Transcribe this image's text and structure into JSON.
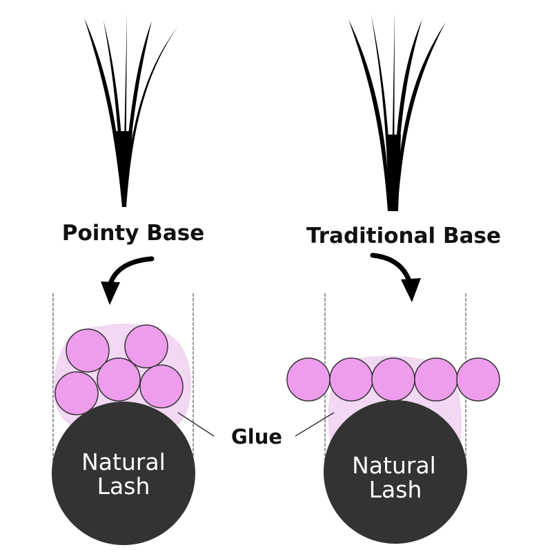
{
  "left": {
    "title": "Pointy Base",
    "natural_line1": "Natural",
    "natural_line2": "Lash"
  },
  "right": {
    "title": "Traditional Base",
    "natural_line1": "Natural",
    "natural_line2": "Lash"
  },
  "glue_label": "Glue",
  "colors": {
    "fiber": "#ee9ded",
    "glue": "#f2d8f2",
    "natural_lash": "#333333",
    "lash_black": "#000000",
    "guide_line": "#9a9a9a",
    "text": "#111111"
  },
  "icons": {
    "left_arrow": "curved-arrow-down-left-icon",
    "right_arrow": "curved-arrow-down-right-icon"
  }
}
